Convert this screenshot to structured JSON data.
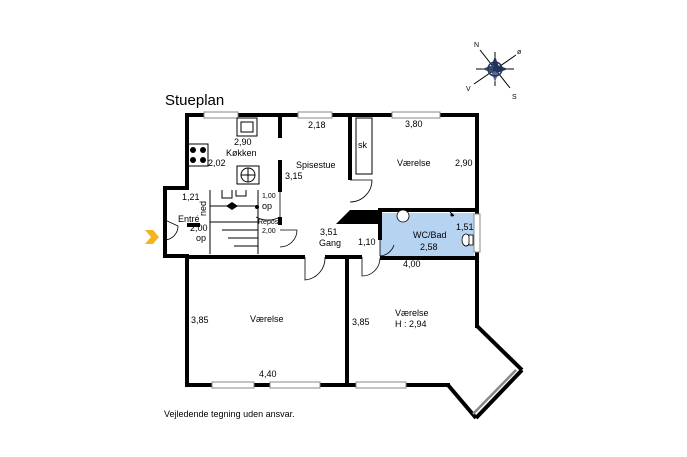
{
  "title": "Stueplan",
  "footer": "Vejledende tegning uden ansvar.",
  "colors": {
    "bath_fill": "#b7d3f2",
    "entrance_arrow": "#f2b51f",
    "wall": "#000000"
  },
  "compass": {
    "n": "N",
    "o": "ø",
    "v": "V",
    "s": "S"
  },
  "rooms": {
    "kitchen": {
      "name": "Køkken",
      "dim_w": "2,90",
      "dim_h": "2,02"
    },
    "dining": {
      "name": "Spisestue",
      "dim_w": "2,18",
      "dim_h": "3,15"
    },
    "room_ne": {
      "name": "Værelse",
      "dim_w": "3,80",
      "dim_h": "2,90",
      "closet": "sk"
    },
    "entrance": {
      "name": "Entré",
      "dim_w": "1,21",
      "dim_h": "2,00"
    },
    "stairs": {
      "down": "ned",
      "up": "op",
      "up_dim": "1,00",
      "landing": "Repos",
      "landing_dim": "2,00"
    },
    "hall": {
      "name": "Gang",
      "dim_w": "3,51",
      "dim_h": "1,10"
    },
    "bath": {
      "name": "WC/Bad",
      "dim_w": "2,58",
      "dim_h": "1,51"
    },
    "room_sw": {
      "name": "Værelse",
      "dim_w": "4,40",
      "dim_h": "3,85"
    },
    "room_se": {
      "name": "Værelse",
      "dim_w": "4,00",
      "dim_h": "3,85",
      "ceiling": "H : 2,94"
    }
  }
}
